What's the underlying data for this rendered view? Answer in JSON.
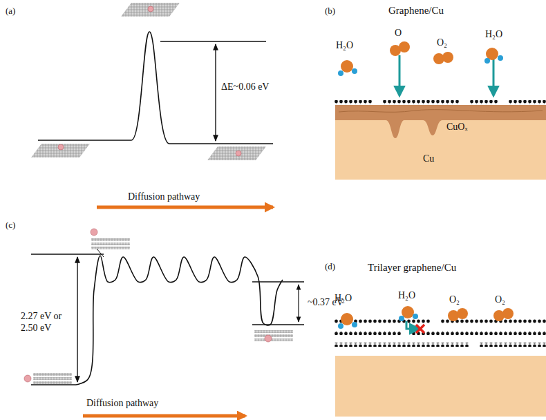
{
  "diagram": {
    "labels": [
      "(a)",
      "ΔE~0.06 eV",
      "Diffusion pathway",
      "(b)",
      "Graphene/Cu",
      "H₂O",
      "O",
      "O₂",
      "H₂O",
      "CuOₓ",
      "Cu",
      "(c)",
      "2.27 eV or 2.50 eV",
      "~0.37 eV",
      "Diffusion pathway",
      "(d)",
      "Trilayer graphene/Cu",
      "H₂O",
      "H₂O",
      "O₂",
      "O₂"
    ]
  }
}
